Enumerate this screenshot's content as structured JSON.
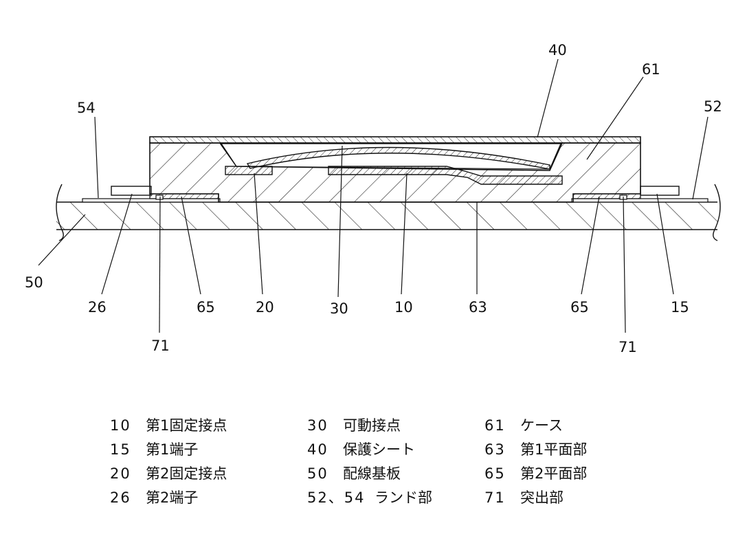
{
  "callouts": [
    {
      "id": "c40",
      "label": "40"
    },
    {
      "id": "c61",
      "label": "61"
    },
    {
      "id": "c54",
      "label": "54"
    },
    {
      "id": "c52",
      "label": "52"
    },
    {
      "id": "c50",
      "label": "50"
    },
    {
      "id": "c26",
      "label": "26"
    },
    {
      "id": "c65a",
      "label": "65"
    },
    {
      "id": "c20",
      "label": "20"
    },
    {
      "id": "c30",
      "label": "30"
    },
    {
      "id": "c10",
      "label": "10"
    },
    {
      "id": "c63",
      "label": "63"
    },
    {
      "id": "c65b",
      "label": "65"
    },
    {
      "id": "c15",
      "label": "15"
    },
    {
      "id": "c71a",
      "label": "71"
    },
    {
      "id": "c71b",
      "label": "71"
    }
  ],
  "legend": {
    "col1": [
      {
        "num": "10",
        "text": "第1固定接点"
      },
      {
        "num": "15",
        "text": "第1端子"
      },
      {
        "num": "20",
        "text": "第2固定接点"
      },
      {
        "num": "26",
        "text": "第2端子"
      }
    ],
    "col2": [
      {
        "num": "30",
        "text": "可動接点"
      },
      {
        "num": "40",
        "text": "保護シート"
      },
      {
        "num": "50",
        "text": "配線基板"
      },
      {
        "num": "52、54",
        "text": "ランド部"
      }
    ],
    "col3": [
      {
        "num": "61",
        "text": "ケース"
      },
      {
        "num": "63",
        "text": "第1平面部"
      },
      {
        "num": "65",
        "text": "第2平面部"
      },
      {
        "num": "71",
        "text": "突出部"
      }
    ]
  }
}
